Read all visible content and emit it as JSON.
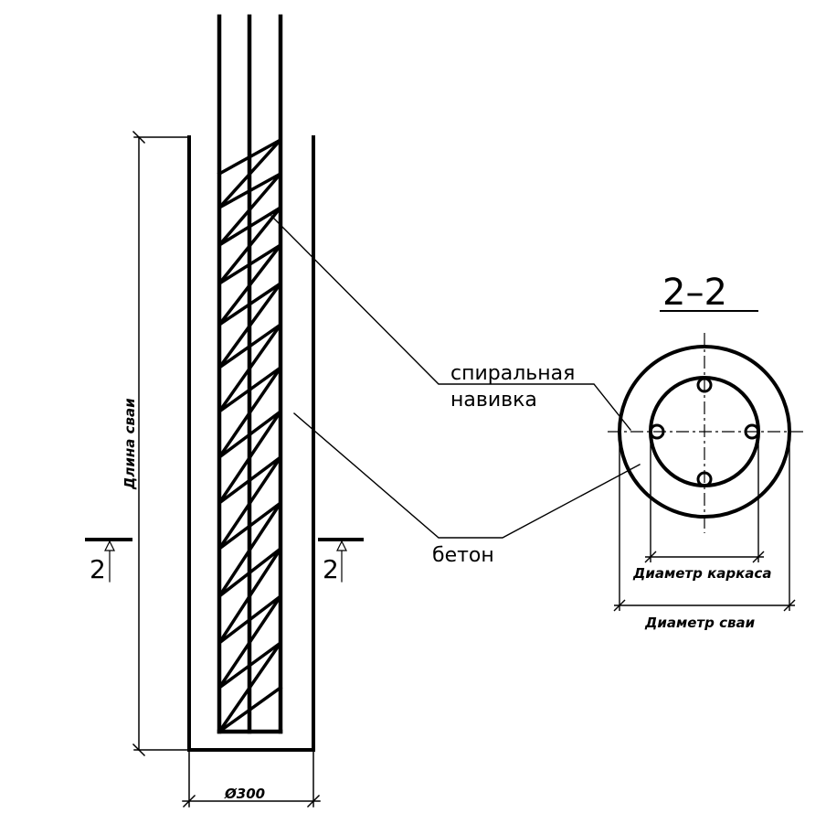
{
  "labels": {
    "spiral_line1": "спиральная",
    "spiral_line2": "навивка",
    "concrete": "бетон",
    "pile_length": "Длина сваи",
    "pile_diameter_value": "Ø300",
    "section_title": "2–2",
    "section_mark_left": "2",
    "section_mark_right": "2",
    "cage_diameter": "Диаметр каркаса",
    "pile_diameter": "Диаметр сваи"
  },
  "colors": {
    "ink": "#000000",
    "paper": "#ffffff"
  }
}
